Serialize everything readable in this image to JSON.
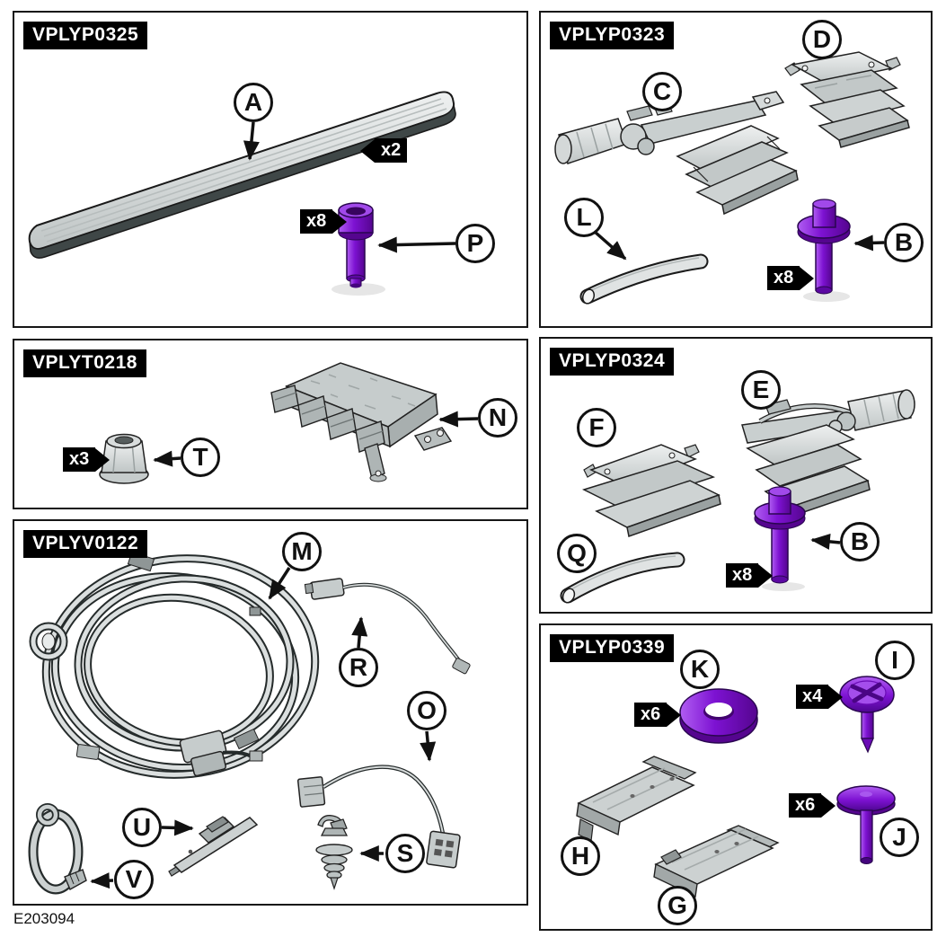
{
  "figure_code": "E203094",
  "colors": {
    "accent_purple": "#7d12d2",
    "part_gray": "#ccd1d1",
    "label_bg": "#000000",
    "label_text": "#ffffff",
    "line": "#111111"
  },
  "panels": [
    {
      "code": "VPLYP0325",
      "callouts": [
        {
          "letter": "A"
        },
        {
          "letter": "P"
        }
      ],
      "qty_tags": [
        {
          "label": "x2"
        },
        {
          "label": "x8"
        }
      ]
    },
    {
      "code": "VPLYP0323",
      "callouts": [
        {
          "letter": "C"
        },
        {
          "letter": "D"
        },
        {
          "letter": "L"
        },
        {
          "letter": "B"
        }
      ],
      "qty_tags": [
        {
          "label": "x8"
        }
      ]
    },
    {
      "code": "VPLYT0218",
      "callouts": [
        {
          "letter": "T"
        },
        {
          "letter": "N"
        }
      ],
      "qty_tags": [
        {
          "label": "x3"
        }
      ]
    },
    {
      "code": "VPLYP0324",
      "callouts": [
        {
          "letter": "F"
        },
        {
          "letter": "E"
        },
        {
          "letter": "Q"
        },
        {
          "letter": "B"
        }
      ],
      "qty_tags": [
        {
          "label": "x8"
        }
      ]
    },
    {
      "code": "VPLYV0122",
      "callouts": [
        {
          "letter": "M"
        },
        {
          "letter": "R"
        },
        {
          "letter": "O"
        },
        {
          "letter": "U"
        },
        {
          "letter": "S"
        },
        {
          "letter": "V"
        }
      ],
      "qty_tags": []
    },
    {
      "code": "VPLYP0339",
      "callouts": [
        {
          "letter": "K"
        },
        {
          "letter": "I"
        },
        {
          "letter": "H"
        },
        {
          "letter": "G"
        },
        {
          "letter": "J"
        }
      ],
      "qty_tags": [
        {
          "label": "x6"
        },
        {
          "label": "x4"
        },
        {
          "label": "x6"
        }
      ]
    }
  ]
}
